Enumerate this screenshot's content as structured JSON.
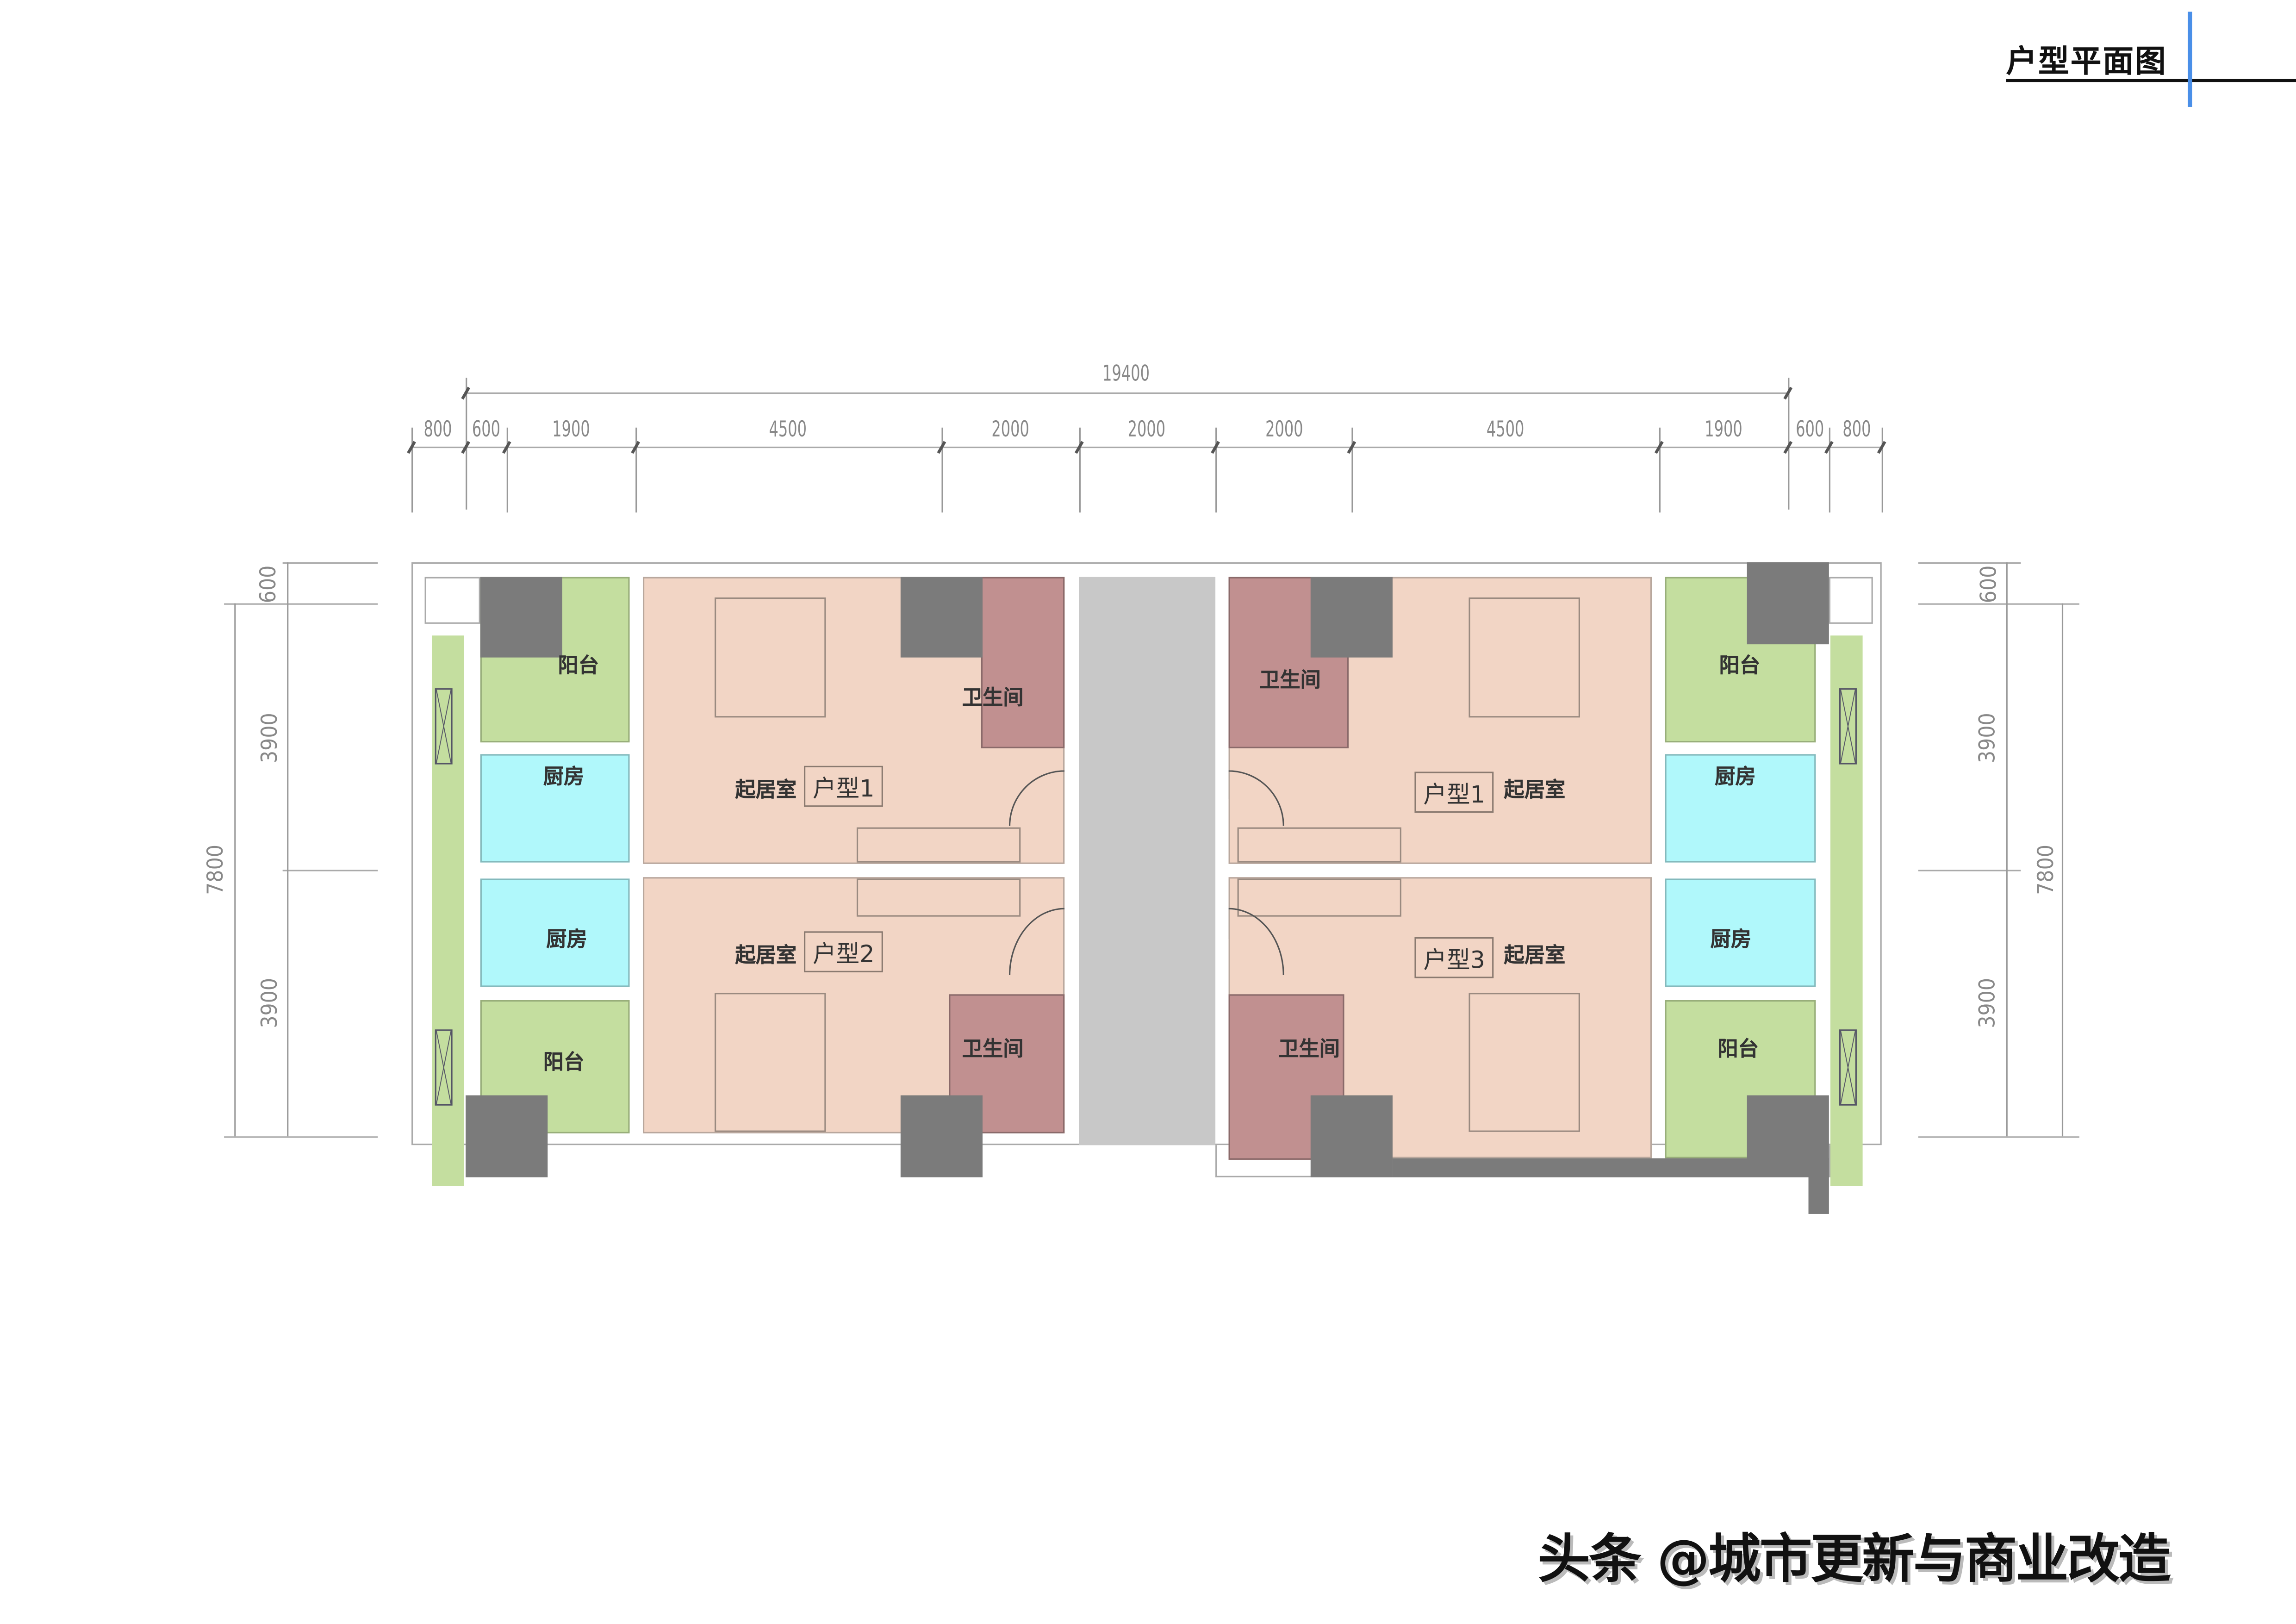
{
  "header": {
    "title": "户型平面图",
    "accent_color": "#4a8fe8"
  },
  "dimensions": {
    "top_total": "19400",
    "top_segments": [
      "800",
      "600",
      "1900",
      "4500",
      "2000",
      "2000",
      "2000",
      "4500",
      "1900",
      "600",
      "800"
    ],
    "left": {
      "top_offset": "600",
      "upper": "3900",
      "lower": "3900",
      "total": "7800"
    },
    "right": {
      "top_offset": "600",
      "upper": "3900",
      "lower": "3900",
      "total": "7800"
    }
  },
  "units": [
    {
      "id": "left-top",
      "tag": "户型1",
      "living": "起居室",
      "bath": "卫生间",
      "kitchen": "厨房",
      "balcony": "阳台"
    },
    {
      "id": "left-bottom",
      "tag": "户型2",
      "living": "起居室",
      "bath": "卫生间",
      "kitchen": "厨房",
      "balcony": "阳台"
    },
    {
      "id": "right-top",
      "tag": "户型1",
      "living": "起居室",
      "bath": "卫生间",
      "kitchen": "厨房",
      "balcony": "阳台"
    },
    {
      "id": "right-bottom",
      "tag": "户型3",
      "living": "起居室",
      "bath": "卫生间",
      "kitchen": "厨房",
      "balcony": "阳台"
    }
  ],
  "legend_colors": {
    "living": "#f2d5c5",
    "bath": "#c19090",
    "balcony": "#c4de9f",
    "kitchen": "#b0f8fb",
    "column": "#7b7b7b",
    "corridor": "#c8c8c8"
  },
  "watermark": "头条 @城市更新与商业改造"
}
